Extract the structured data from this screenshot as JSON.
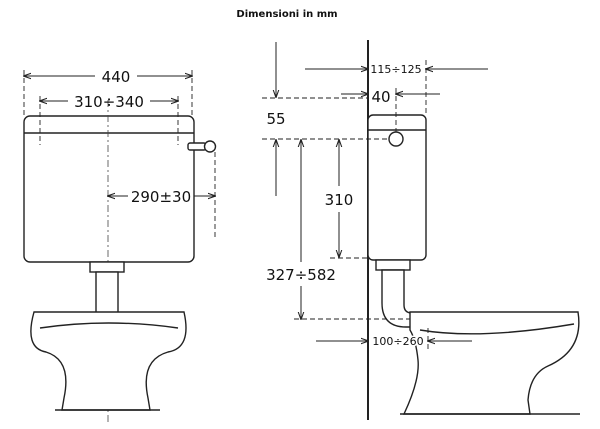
{
  "title": "Dimensioni in mm",
  "dimensions": {
    "tank_width": "440",
    "cover_width": "310÷340",
    "lever_offset": "290±30",
    "depth_top": "115÷125",
    "depth_mid": "40",
    "lid_gap": "55",
    "tank_height": "310",
    "outlet_height": "327÷582",
    "pan_offset": "100÷260"
  }
}
